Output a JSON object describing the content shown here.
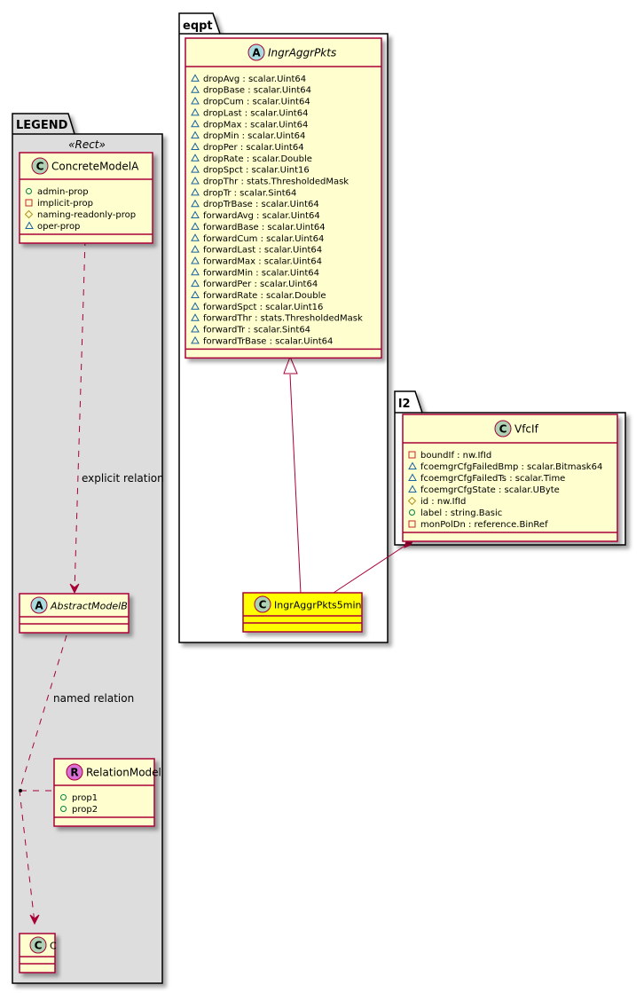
{
  "diagram": {
    "packages": {
      "legend": {
        "name": "LEGEND",
        "stereotype": "«Rect»"
      },
      "eqpt": {
        "name": "eqpt"
      },
      "l2": {
        "name": "l2"
      }
    },
    "classes": {
      "concrete_model_a": {
        "badge": "C",
        "badge_color": "#ADD1B2",
        "name": "ConcreteModelA",
        "abstract": false,
        "attributes": [
          {
            "visibility": "public",
            "text": "admin-prop"
          },
          {
            "visibility": "private",
            "text": "implicit-prop"
          },
          {
            "visibility": "protected",
            "text": "naming-readonly-prop"
          },
          {
            "visibility": "package",
            "text": "oper-prop"
          }
        ]
      },
      "abstract_model_b": {
        "badge": "A",
        "badge_color": "#A9DCDF",
        "name": "AbstractModelB",
        "abstract": true,
        "attributes": []
      },
      "relation_model": {
        "badge": "R",
        "badge_color": "#DA70D6",
        "name": "RelationModel",
        "abstract": false,
        "attributes": [
          {
            "visibility": "public",
            "text": "prop1"
          },
          {
            "visibility": "public",
            "text": "prop2"
          }
        ]
      },
      "c": {
        "badge": "C",
        "badge_color": "#ADD1B2",
        "name": "C",
        "abstract": false,
        "attributes": []
      },
      "ingr_aggr_pkts": {
        "badge": "A",
        "badge_color": "#A9DCDF",
        "name": "IngrAggrPkts",
        "abstract": true,
        "attributes": [
          {
            "visibility": "package",
            "text": "dropAvg : scalar.Uint64"
          },
          {
            "visibility": "package",
            "text": "dropBase : scalar.Uint64"
          },
          {
            "visibility": "package",
            "text": "dropCum : scalar.Uint64"
          },
          {
            "visibility": "package",
            "text": "dropLast : scalar.Uint64"
          },
          {
            "visibility": "package",
            "text": "dropMax : scalar.Uint64"
          },
          {
            "visibility": "package",
            "text": "dropMin : scalar.Uint64"
          },
          {
            "visibility": "package",
            "text": "dropPer : scalar.Uint64"
          },
          {
            "visibility": "package",
            "text": "dropRate : scalar.Double"
          },
          {
            "visibility": "package",
            "text": "dropSpct : scalar.Uint16"
          },
          {
            "visibility": "package",
            "text": "dropThr : stats.ThresholdedMask"
          },
          {
            "visibility": "package",
            "text": "dropTr : scalar.Sint64"
          },
          {
            "visibility": "package",
            "text": "dropTrBase : scalar.Uint64"
          },
          {
            "visibility": "package",
            "text": "forwardAvg : scalar.Uint64"
          },
          {
            "visibility": "package",
            "text": "forwardBase : scalar.Uint64"
          },
          {
            "visibility": "package",
            "text": "forwardCum : scalar.Uint64"
          },
          {
            "visibility": "package",
            "text": "forwardLast : scalar.Uint64"
          },
          {
            "visibility": "package",
            "text": "forwardMax : scalar.Uint64"
          },
          {
            "visibility": "package",
            "text": "forwardMin : scalar.Uint64"
          },
          {
            "visibility": "package",
            "text": "forwardPer : scalar.Uint64"
          },
          {
            "visibility": "package",
            "text": "forwardRate : scalar.Double"
          },
          {
            "visibility": "package",
            "text": "forwardSpct : scalar.Uint16"
          },
          {
            "visibility": "package",
            "text": "forwardThr : stats.ThresholdedMask"
          },
          {
            "visibility": "package",
            "text": "forwardTr : scalar.Sint64"
          },
          {
            "visibility": "package",
            "text": "forwardTrBase : scalar.Uint64"
          }
        ]
      },
      "ingr_aggr_pkts_5min": {
        "badge": "C",
        "badge_color": "#ADD1B2",
        "name": "IngrAggrPkts5min",
        "abstract": false,
        "highlight_color": "#FFFF00",
        "attributes": []
      },
      "vfc_if": {
        "badge": "C",
        "badge_color": "#ADD1B2",
        "name": "VfcIf",
        "abstract": false,
        "attributes": [
          {
            "visibility": "private",
            "text": "boundIf : nw.IfId"
          },
          {
            "visibility": "package",
            "text": "fcoemgrCfgFailedBmp : scalar.Bitmask64"
          },
          {
            "visibility": "package",
            "text": "fcoemgrCfgFailedTs : scalar.Time"
          },
          {
            "visibility": "package",
            "text": "fcoemgrCfgState : scalar.UByte"
          },
          {
            "visibility": "protected",
            "text": "id : nw.IfId"
          },
          {
            "visibility": "public",
            "text": "label : string.Basic"
          },
          {
            "visibility": "private",
            "text": "monPolDn : reference.BinRef"
          }
        ]
      }
    },
    "relations": {
      "explicit": {
        "label": "explicit relation",
        "from": "ConcreteModelA",
        "to": "AbstractModelB",
        "style": "dashed-arrow"
      },
      "named": {
        "label": "named relation",
        "from": "AbstractModelB",
        "to": "C",
        "via": "RelationModel",
        "style": "dashed-arrow"
      },
      "inheritance": {
        "from": "IngrAggrPkts5min",
        "to": "IngrAggrPkts",
        "style": "extends"
      },
      "composition": {
        "from": "VfcIf",
        "to": "IngrAggrPkts5min",
        "style": "composition"
      }
    },
    "colors": {
      "class_fill": "#FEFECE",
      "class_border": "#A80036",
      "legend_fill": "#DDDDDD",
      "vis_public": "#038048",
      "vis_private": "#C82930",
      "vis_protected": "#B38D22",
      "vis_package": "#1963A0"
    }
  }
}
